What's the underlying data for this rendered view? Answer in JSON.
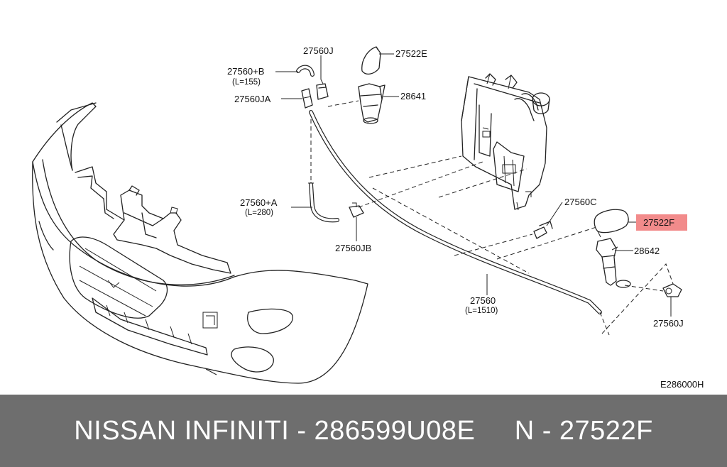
{
  "diagram": {
    "code": "E286000H",
    "highlight_color": "#f28b8b",
    "footer_color": "#6e6e6e",
    "callouts": [
      {
        "id": "27560J_top",
        "part": "27560J",
        "length": ""
      },
      {
        "id": "27522E",
        "part": "27522E",
        "length": ""
      },
      {
        "id": "27560B",
        "part": "27560+B",
        "length": "(L=155)"
      },
      {
        "id": "27560JA",
        "part": "27560JA",
        "length": ""
      },
      {
        "id": "28641",
        "part": "28641",
        "length": ""
      },
      {
        "id": "27560A",
        "part": "27560+A",
        "length": "(L=280)"
      },
      {
        "id": "27560JB",
        "part": "27560JB",
        "length": ""
      },
      {
        "id": "27560C",
        "part": "27560C",
        "length": ""
      },
      {
        "id": "27522F",
        "part": "27522F",
        "length": "",
        "highlighted": true
      },
      {
        "id": "28642",
        "part": "28642",
        "length": ""
      },
      {
        "id": "27560",
        "part": "27560",
        "length": "(L=1510)"
      },
      {
        "id": "27560J_bot",
        "part": "27560J",
        "length": ""
      }
    ]
  },
  "footer": {
    "text": "NISSAN INFINITI - 286599U08E     N - 27522F"
  }
}
